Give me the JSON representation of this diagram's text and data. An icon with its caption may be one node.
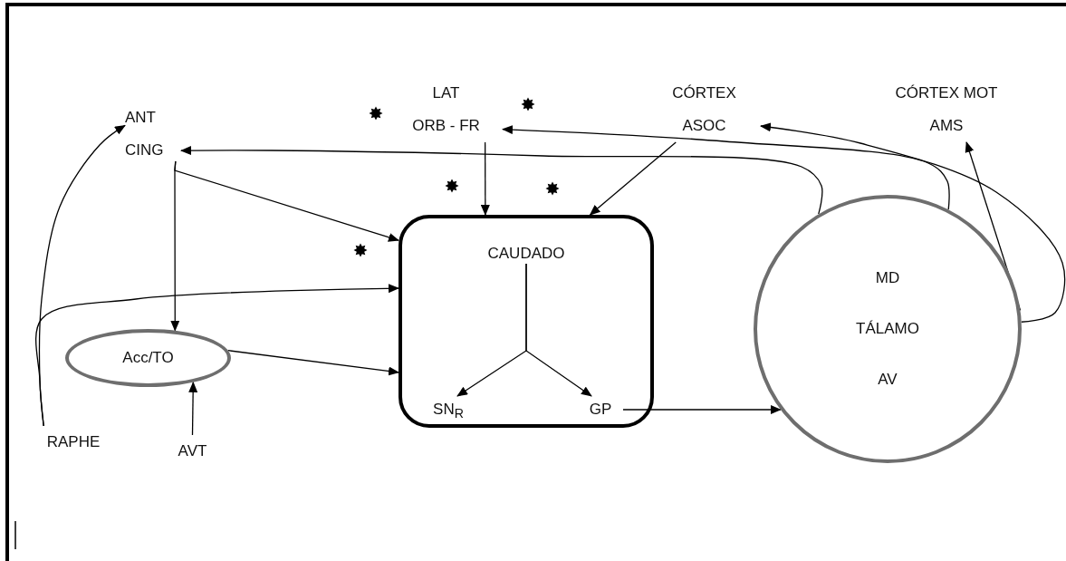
{
  "diagram": {
    "nodes": [
      {
        "text": [
          "ANT CING"
        ]
      },
      {
        "text": [
          "LAT ORB - FR"
        ]
      },
      {
        "text": [
          "CÓRTEX ASOC"
        ]
      },
      {
        "text": [
          "CÓRTEX MOT AMS"
        ]
      },
      {
        "text": [],
        "shape": "box"
      },
      {
        "text": [
          "CAUDADO"
        ],
        "in": 4
      },
      {
        "text": [
          "SN$_{R}$"
        ],
        "in": 4
      },
      {
        "text": [
          "GP"
        ],
        "in": 4
      },
      {
        "text": [
          "Acc/TO"
        ]
      },
      {
        "text": [
          "RAPHE"
        ]
      },
      {
        "text": [
          "AVT"
        ]
      },
      {
        "text": [
          "MD",
          "TÁLAMO",
          "AV"
        ]
      }
    ],
    "edges": [
      {
        "from": 11,
        "to": 0,
        "arrow": "to"
      },
      {
        "from": 11,
        "to": 1,
        "arrow": "to"
      },
      {
        "from": 11,
        "to": 2,
        "arrow": "to"
      },
      {
        "from": 11,
        "to": 3,
        "arrow": "to"
      },
      {
        "from": 1,
        "to": 4,
        "arrow": "to"
      },
      {
        "from": 2,
        "to": 4,
        "arrow": "to"
      },
      {
        "from": 0,
        "to": 4,
        "arrow": "to"
      },
      {
        "from": 0,
        "to": 8,
        "arrow": "to"
      },
      {
        "from": 9,
        "to": 0,
        "arrow": "to"
      },
      {
        "from": 9,
        "to": 4,
        "arrow": "to"
      },
      {
        "from": 8,
        "to": 4,
        "arrow": "to"
      },
      {
        "from": 10,
        "to": 8,
        "arrow": "to"
      },
      {
        "from": 5,
        "to": 6,
        "arrow": "to"
      },
      {
        "from": 5,
        "to": 7,
        "arrow": "to"
      },
      {
        "from": 7,
        "to": 11,
        "arrow": "to"
      }
    ]
  }
}
